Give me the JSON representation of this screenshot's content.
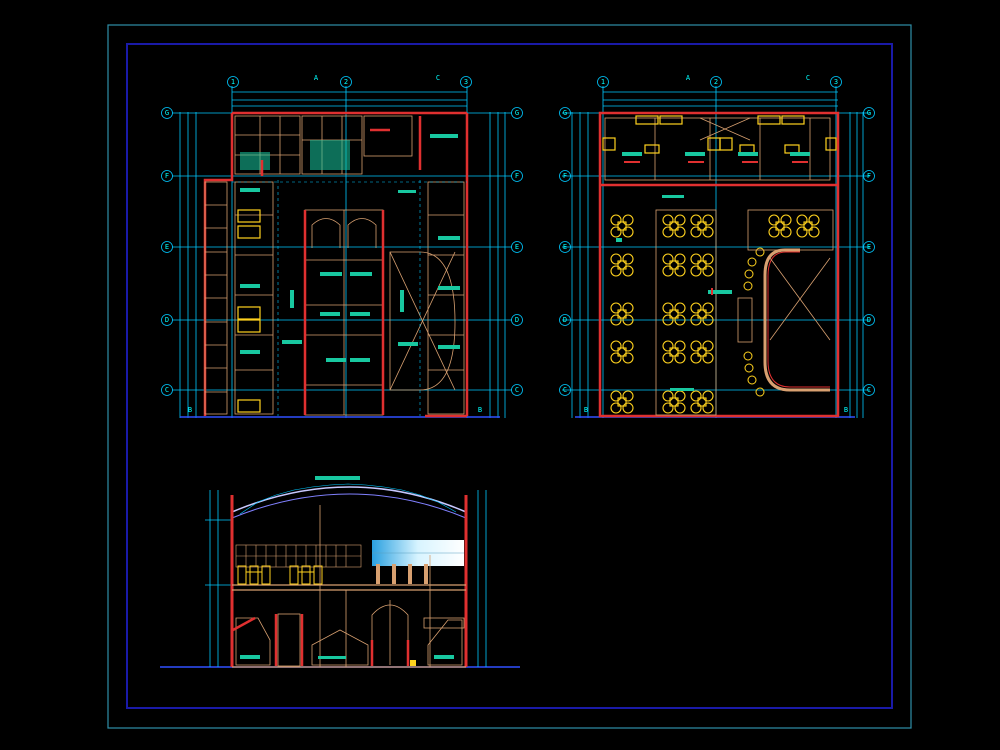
{
  "colors": {
    "background": "#000000",
    "frame_outer": "#2f8fa8",
    "frame_inner": "#1a1aa8",
    "dimension": "#00c8ff",
    "wall": "#e03030",
    "detail": "#d8a070",
    "furniture": "#ffd21e",
    "tag": "#18c8a0",
    "structure": "#ffffff"
  },
  "grid": {
    "cols": [
      "1",
      "2",
      "3"
    ],
    "rows": [
      "G",
      "F",
      "E",
      "D",
      "C"
    ],
    "section_marks": [
      "A",
      "C",
      "B"
    ]
  }
}
